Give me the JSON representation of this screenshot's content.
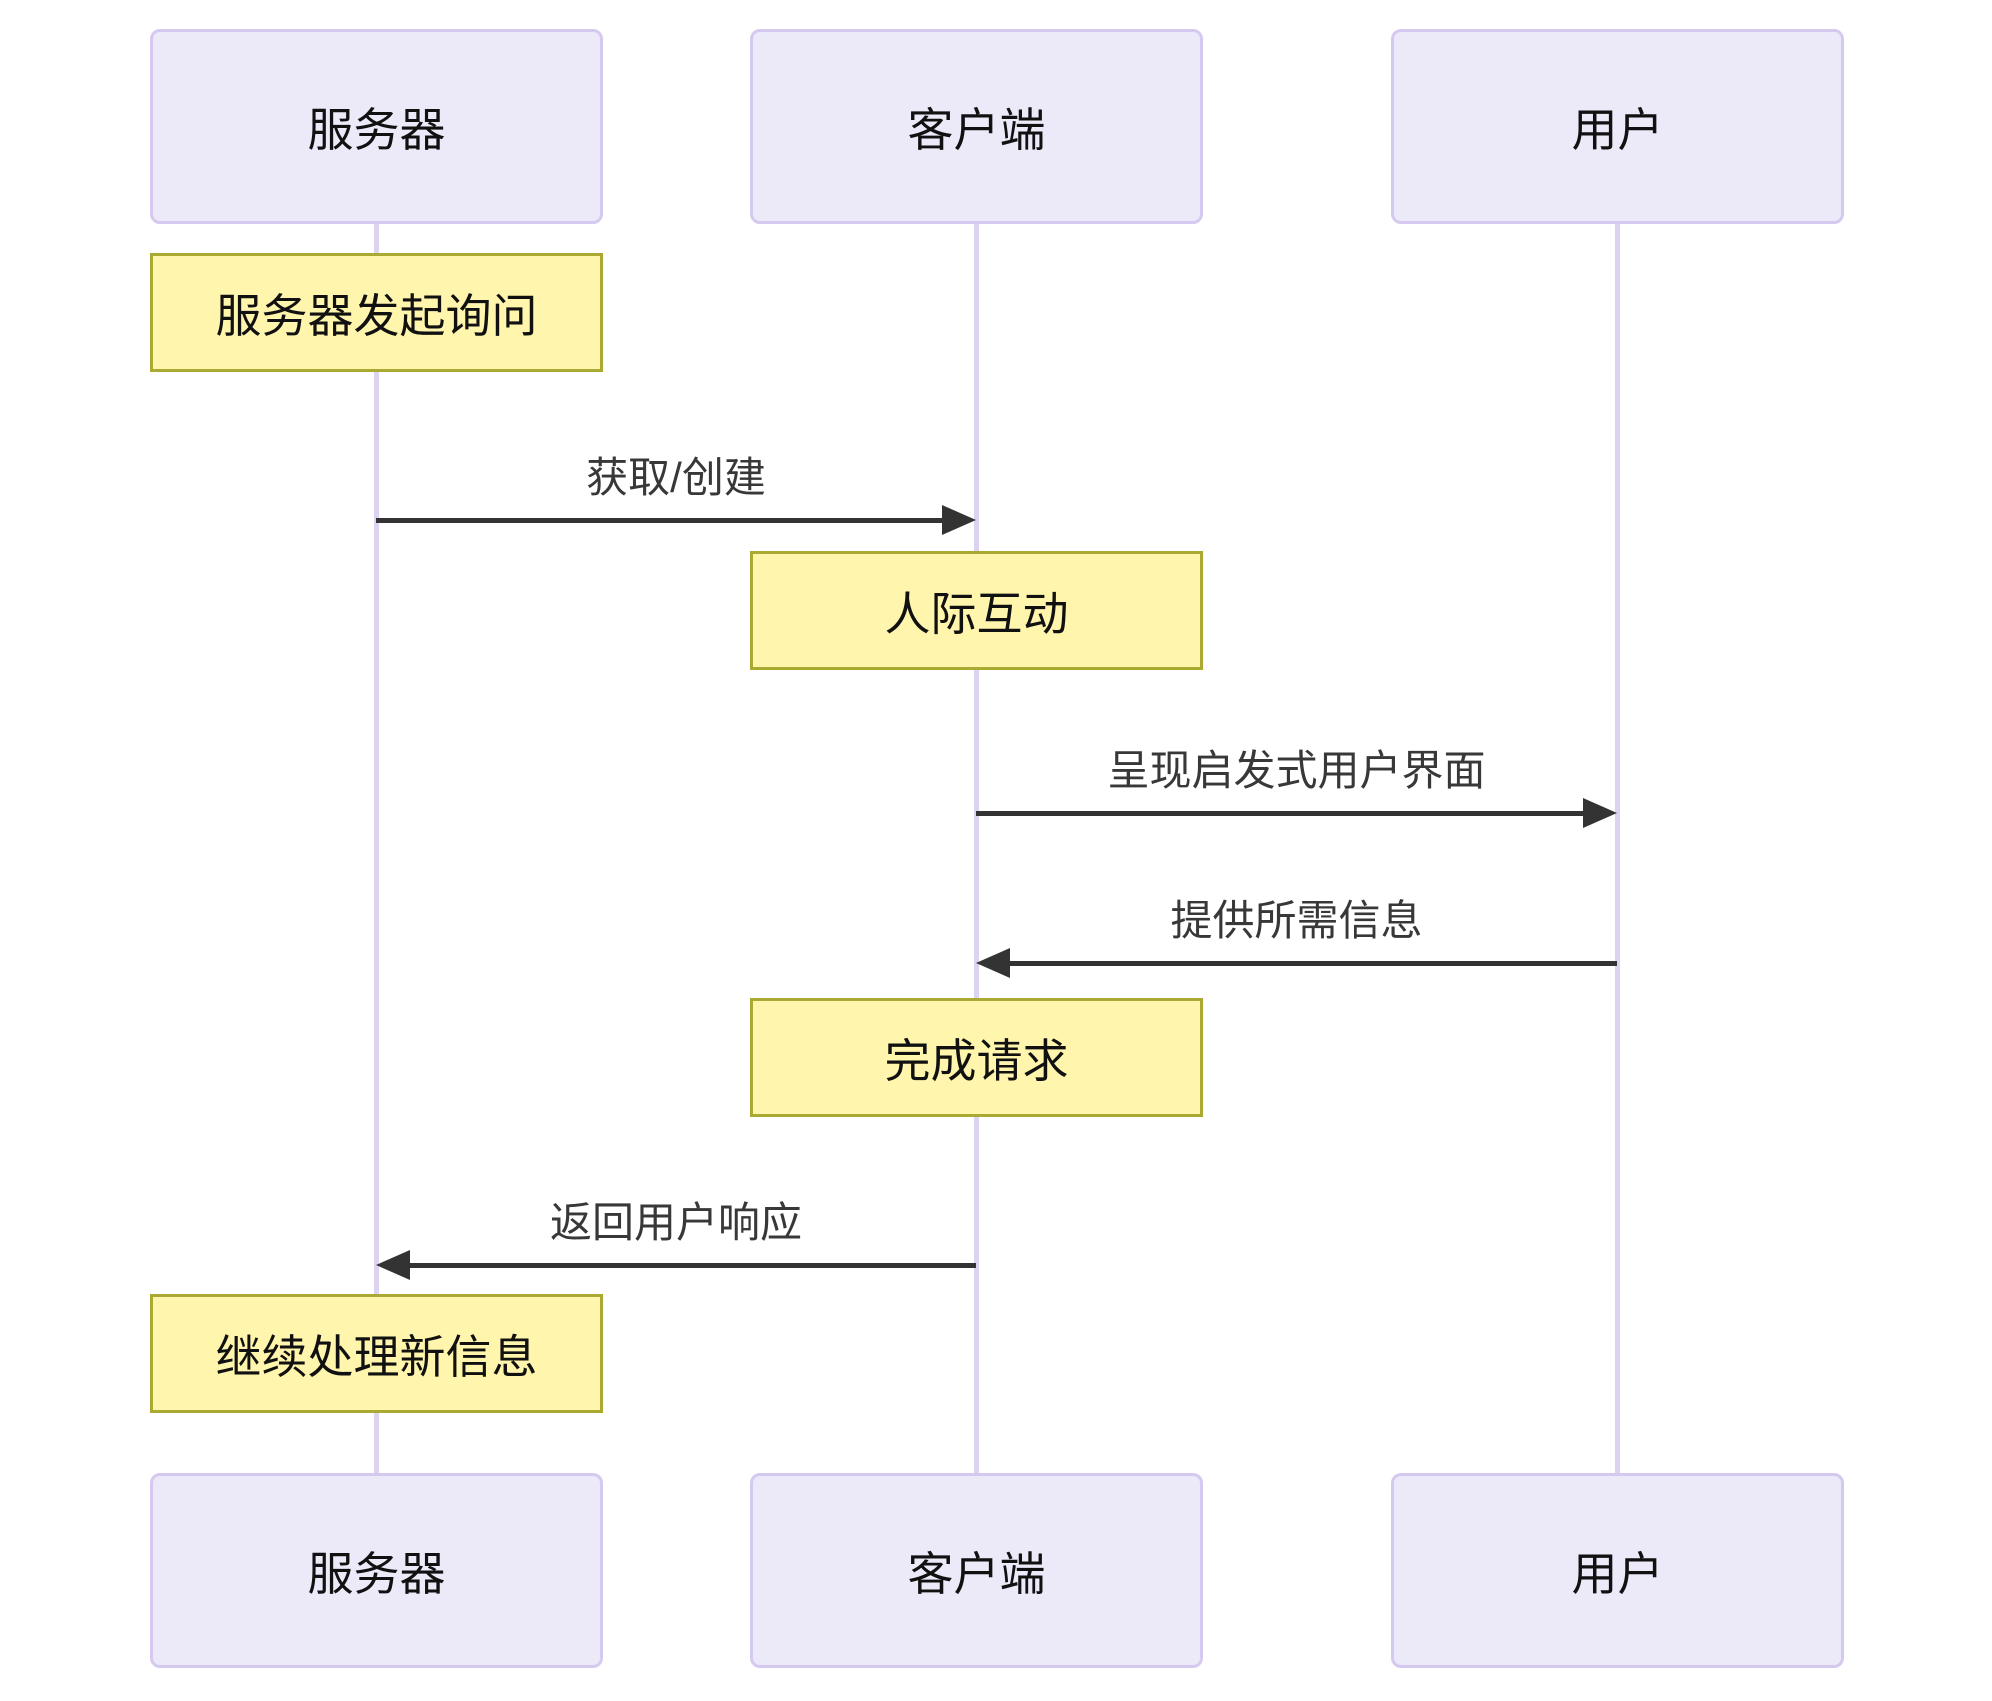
{
  "diagram": {
    "type": "sequence-diagram",
    "actors": [
      {
        "name": "服务器"
      },
      {
        "name": "客户端"
      },
      {
        "name": "用户"
      }
    ],
    "notes": [
      {
        "text": "服务器发起询问",
        "over": "服务器"
      },
      {
        "text": "人际互动",
        "over": "客户端"
      },
      {
        "text": "完成请求",
        "over": "客户端"
      },
      {
        "text": "继续处理新信息",
        "over": "服务器"
      }
    ],
    "messages": [
      {
        "label": "获取/创建",
        "from": "服务器",
        "to": "客户端",
        "direction": "right"
      },
      {
        "label": "呈现启发式用户界面",
        "from": "客户端",
        "to": "用户",
        "direction": "right"
      },
      {
        "label": "提供所需信息",
        "from": "用户",
        "to": "客户端",
        "direction": "left"
      },
      {
        "label": "返回用户响应",
        "from": "客户端",
        "to": "服务器",
        "direction": "left"
      }
    ],
    "colors": {
      "background": "#FFFFFF",
      "actor_fill": "#ECEAF9",
      "actor_border": "#D6C9EF",
      "lifeline": "#DCD3F1",
      "note_fill": "#FFF5AD",
      "note_border": "#AAAA33",
      "message_line": "#333333",
      "message_text": "#383838",
      "text": "#111111"
    }
  }
}
